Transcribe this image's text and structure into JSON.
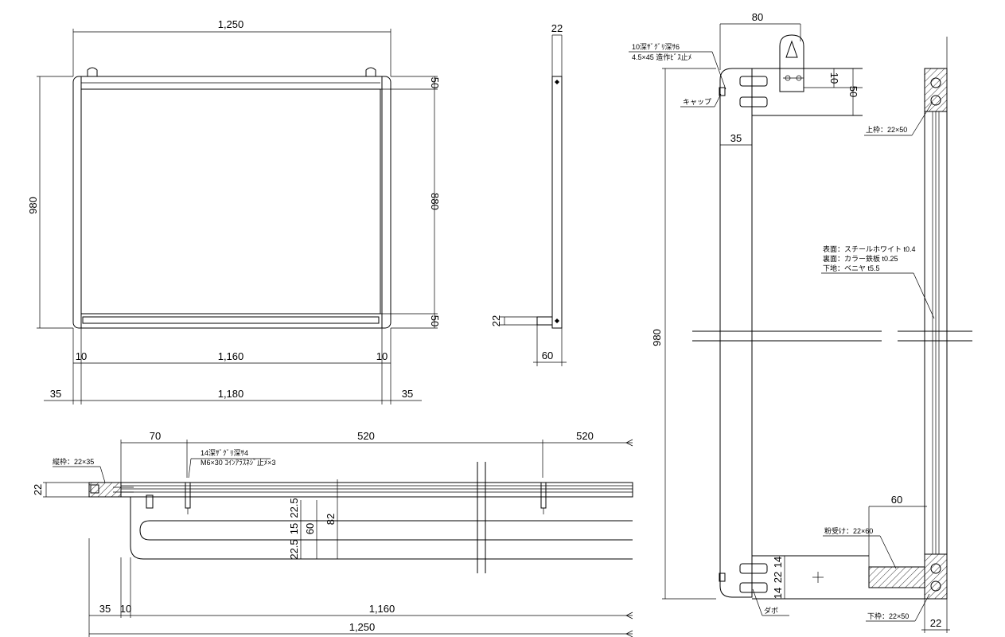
{
  "front_view": {
    "width_total": "1,250",
    "height_total": "980",
    "inner_height": "880",
    "top_rail": "50",
    "bottom_rail": "50",
    "inset_left": "10",
    "inset_right": "10",
    "inner_width": "1,160",
    "side_left": "35",
    "side_right": "35",
    "middle_width": "1,180"
  },
  "side_view": {
    "thickness": "22",
    "tray_thickness": "22",
    "tray_depth": "60"
  },
  "plan_view": {
    "dim_70": "70",
    "dim_520_a": "520",
    "dim_520_b": "520",
    "note_frame": "縦枠：22×35",
    "note_drill": "14深ｻﾞｸﾞﾘ深ｻ4",
    "note_screw": "M6×30 ｺｲﾝｱﾗｽﾈｼﾞ止ﾒ×3",
    "dim_22": "22",
    "dim_22_5_a": "22.5",
    "dim_15": "15",
    "dim_22_5_b": "22.5",
    "dim_60": "60",
    "dim_82": "82",
    "dim_35": "35",
    "dim_10": "10",
    "dim_1160": "1,160",
    "dim_1250": "1,250"
  },
  "section_view": {
    "dim_80": "80",
    "note_drill": "10深ｻﾞｸﾞﾘ深ｻ6",
    "note_screw": "4.5×45 造作ﾋﾞｽ止ﾒ",
    "dim_10": "10",
    "dim_50": "50",
    "label_cap": "キャップ",
    "dim_35": "35",
    "label_top_frame": "上枠：22×50",
    "label_surface": "表面：スチールホワイト t0.4",
    "label_back": "裏面：カラー鉄板 t0.25",
    "label_base": "下地：ベニヤ t5.5",
    "dim_980": "980",
    "dim_60": "60",
    "label_tray": "粉受け：22×60",
    "dim_14_a": "14",
    "dim_22": "22",
    "dim_14_b": "14",
    "label_dowel": "ダボ",
    "label_bottom_frame": "下枠：22×50",
    "dim_22_bottom": "22"
  }
}
